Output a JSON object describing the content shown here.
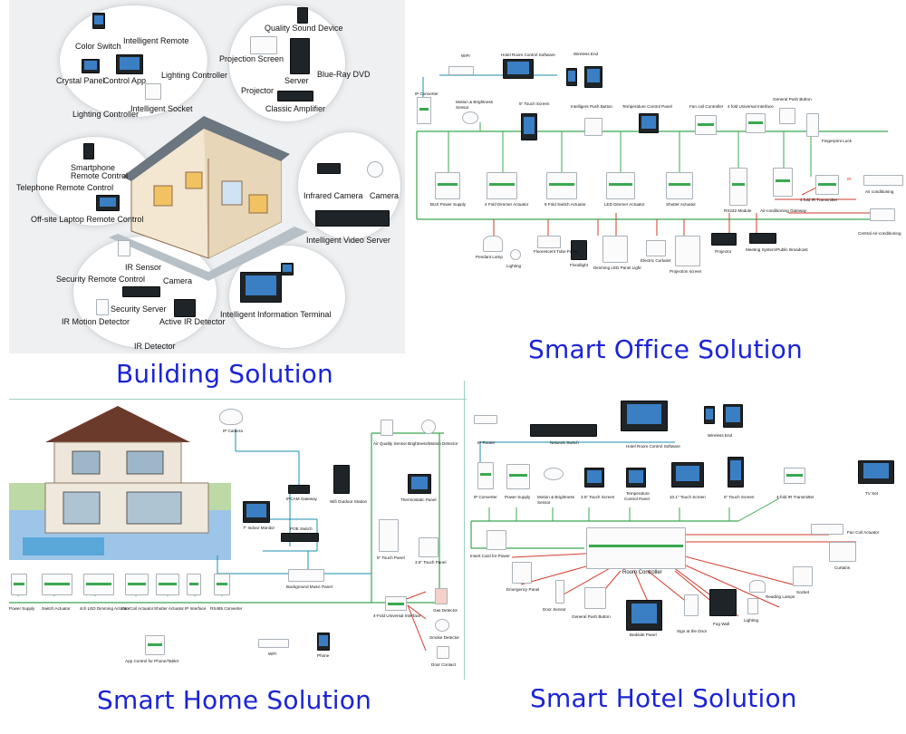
{
  "sections": {
    "building": "Building Solution",
    "office": "Smart Office Solution",
    "home": "Smart Home Solution",
    "hotel": "Smart Hotel Solution"
  },
  "building": {
    "labels": [
      "Color Switch",
      "Intelligent Remote",
      "Lighting Controller",
      "Crystal Panel",
      "Control App",
      "Lighting Controller",
      "Intelligent Socket",
      "Quality Sound Device",
      "Projection Screen",
      "Blue-Ray DVD",
      "Server",
      "Projector",
      "Classic Amplifier",
      "Smartphone",
      "Remote Control",
      "Telephone Remote Control",
      "Off-site Laptop Remote Control",
      "Infrared Camera",
      "Camera",
      "Intelligent Video Server",
      "IR Sensor",
      "Security Remote Control",
      "Camera",
      "Security Server",
      "IR Motion Detector",
      "Active IR Detector",
      "IR Detector",
      "Intelligent Information Terminal"
    ]
  },
  "office": {
    "labels": [
      "WIFI",
      "Hotel Room Control Software",
      "Wireless End",
      "IP Converter",
      "Motion & Brightness",
      "Sensor",
      "5\" Touch Screen",
      "Intelligent Push Button",
      "Temperature Control Panel",
      "Fan coil Controller",
      "4 fold Universal Interface",
      "General Push Button",
      "Fingerprint Lock",
      "BUS Power Supply",
      "4 Fold Dimmer Actuator",
      "8 Fold Switch Actuator",
      "LED Dimmer Actuator",
      "Shutter Actuator",
      "RS232 Module",
      "Air-conditioning Gateway",
      "4 fold IR Transmitter",
      "Air conditioning",
      "Central Air-conditioning",
      "Pendant Lamp",
      "Lighting",
      "Fluorescent Tube Panel",
      "Floodlight",
      "Dimming LED Panel Light",
      "Electric Curtains",
      "Projection screen",
      "Projector",
      "Meeting System/Public Broadcast",
      "IR"
    ]
  },
  "home": {
    "labels": [
      "IP Camera",
      "Air Quality Sensor",
      "Brightness/Motion Detector",
      "IPCAM Gateway",
      "Wifi Outdoor Station",
      "Thermostatic Panel",
      "7\" Indoor Monitor",
      "POE Switch",
      "5\" Touch Panel",
      "3.5\" Touch Panel",
      "Background Music Panel",
      "Power Supply",
      "Switch Actuator",
      "4ch LED Dimming Actuator",
      "Fan Coil Actuator",
      "Shutter Actuator",
      "IP Interface",
      "RS485 Converter",
      "4-Fold Universal Interface",
      "Gas Detector",
      "Smoke Detector",
      "Door Contact",
      "WiFi",
      "Phone",
      "App Control for Phone/Tablet"
    ]
  },
  "hotel": {
    "labels": [
      "IP Router",
      "Network Switch",
      "Hotel Room Control Software",
      "Wireless End",
      "IP Converter",
      "Power Supply",
      "Motion & Brightness",
      "Sensor",
      "3.5\" Touch Screen",
      "Temperature",
      "Control Panel",
      "10.1\" Touch Screen",
      "5\" Touch Screen",
      "4-fold IR Transmitter",
      "TV Set",
      "Fan Coil Actuator",
      "Insert Card for Power",
      "Curtains",
      "Room Controller",
      "Emergency Panel",
      "Socket",
      "Door Sensor",
      "General Push Button",
      "Reading Lamps",
      "Bedside Panel",
      "Sign at the Door",
      "Fog Wall",
      "Lighting"
    ]
  },
  "colors": {
    "title": "#1b24d4",
    "bus": "#3aa84f",
    "network": "#1a8fb0",
    "power": "#d23b2a",
    "divider": "#9bd0c4"
  }
}
